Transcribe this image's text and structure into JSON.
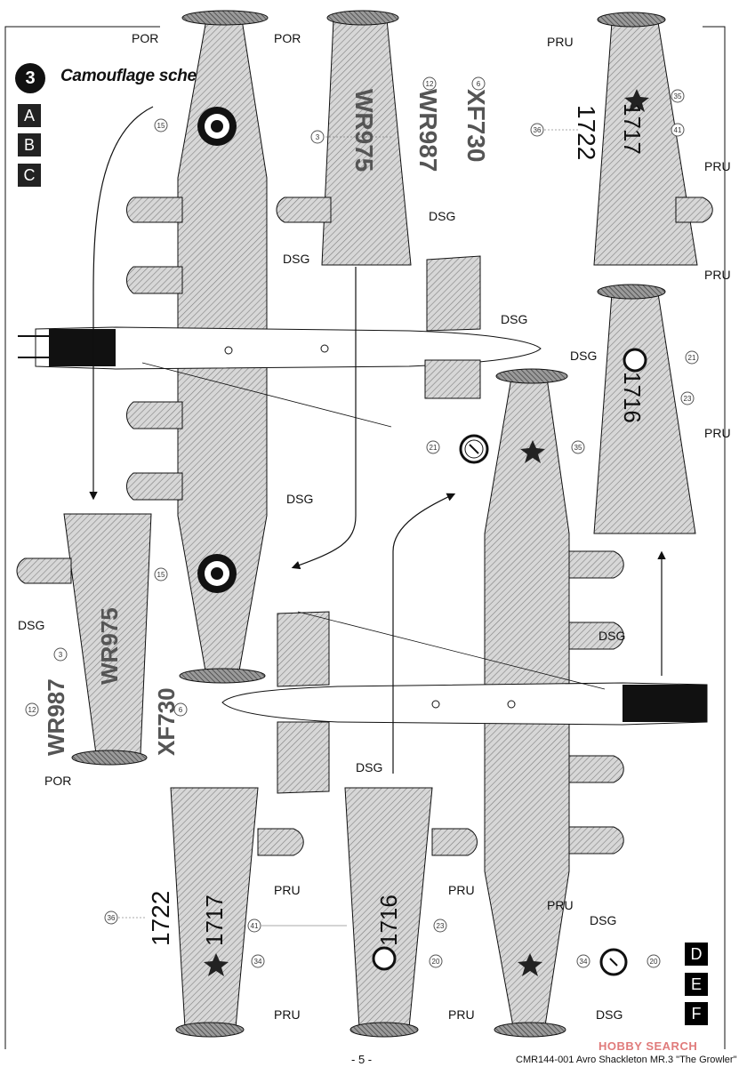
{
  "header": {
    "step_number": "3",
    "title": "Camouflage scheme",
    "variants_left": [
      "A",
      "B",
      "C"
    ],
    "variants_right": [
      "D",
      "E",
      "F"
    ]
  },
  "paint_codes": {
    "por": "POR",
    "dsg": "DSG",
    "pru": "PRU"
  },
  "serials": {
    "wr975": "WR975",
    "wr987": "WR987",
    "xf730": "XF730",
    "n1722": "1722",
    "n1717": "1717",
    "n1716": "1716"
  },
  "decal_numbers": {
    "d3": "3",
    "d6": "6",
    "d12": "12",
    "d15": "15",
    "d20": "20",
    "d21": "21",
    "d23": "23",
    "d34": "34",
    "d35": "35",
    "d36": "36",
    "d41": "41"
  },
  "footer": {
    "page": "- 5 -",
    "caption": "CMR144-001 Avro Shackleton MR.3 \"The Growler\"",
    "watermark": "HOBBY SEARCH"
  },
  "colors": {
    "hatch": "#8a8a8a",
    "ink": "#111111",
    "roundel_red": "#1a1a1a"
  }
}
